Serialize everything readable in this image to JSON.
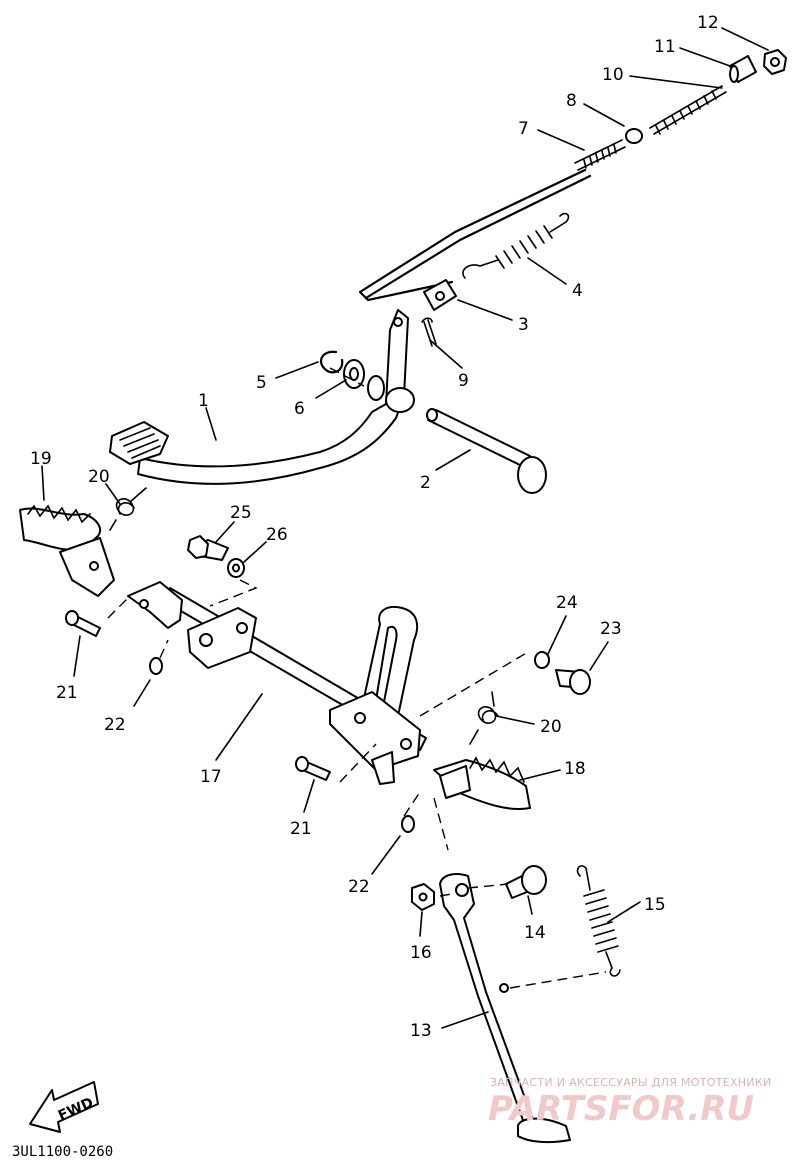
{
  "labels": {
    "l1": "1",
    "l2": "2",
    "l3": "3",
    "l4": "4",
    "l5": "5",
    "l6": "6",
    "l7": "7",
    "l8": "8",
    "l9": "9",
    "l10": "10",
    "l11": "11",
    "l12": "12",
    "l13": "13",
    "l14": "14",
    "l15": "15",
    "l16": "16",
    "l17": "17",
    "l18": "18",
    "l19": "19",
    "l20a": "20",
    "l20b": "20",
    "l21a": "21",
    "l21b": "21",
    "l22a": "22",
    "l22b": "22",
    "l23": "23",
    "l24": "24",
    "l25": "25",
    "l26": "26"
  },
  "direction": "FWD",
  "diagram_code": "3UL1100-0260",
  "watermark": {
    "tagline": "ЗАПЧАСТИ И АКСЕССУАРЫ ДЛЯ МОТОТЕХНИКИ",
    "logo": "PARTSFOR.RU"
  }
}
